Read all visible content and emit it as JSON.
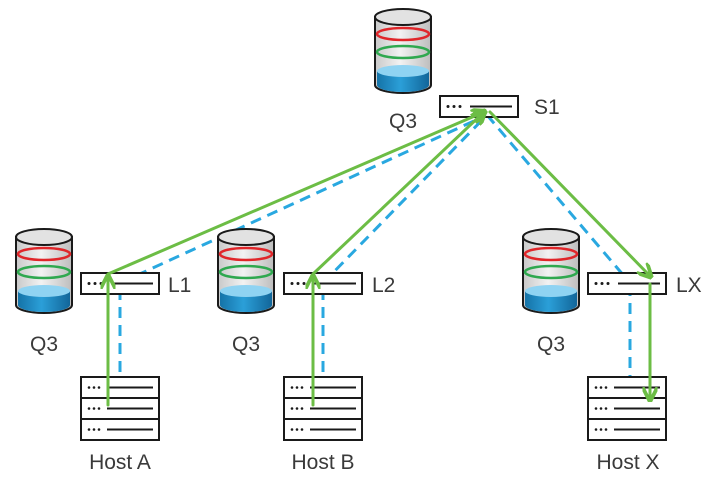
{
  "labels": {
    "queue": "Q3",
    "spine": "S1",
    "leaf1": "L1",
    "leaf2": "L2",
    "leafx": "LX",
    "host_a": "Host A",
    "host_b": "Host B",
    "host_x": "Host X"
  },
  "colors": {
    "green_path": "#6cbd45",
    "blue_dashed_path": "#29a8e0",
    "queue_red": "#e0262a",
    "queue_green": "#2fa84f",
    "queue_blue": "#1e8bc3",
    "outline": "#1a1a1a"
  },
  "icons": {
    "queue": "cylinder-queue-icon",
    "switch": "switch-icon",
    "host": "server-rack-icon"
  }
}
